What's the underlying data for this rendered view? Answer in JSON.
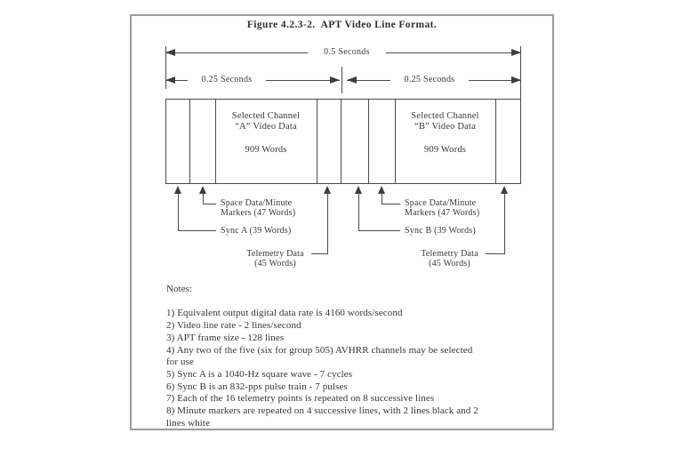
{
  "figure": {
    "title": "Figure 4.2.3-2.  APT Video Line Format.",
    "line_color": "#4a4a4a",
    "frame_color": "#9c9c9c",
    "dimensions": {
      "total": "0.5 Seconds",
      "half_a": "0.25 Seconds",
      "half_b": "0.25 Seconds"
    },
    "channel_a": {
      "name_lines": "Selected Channel\n“A” Video Data",
      "words": "909 Words"
    },
    "channel_b": {
      "name_lines": "Selected Channel\n“B” Video Data",
      "words": "909 Words"
    },
    "labels": {
      "space_a_line1": "Space Data/Minute",
      "space_a_line2": "Markers (47 Words)",
      "sync_a": "Sync A (39 Words)",
      "telemetry_a_line1": "Telemetry Data",
      "telemetry_a_line2": "(45 Words)",
      "space_b_line1": "Space Data/Minute",
      "space_b_line2": "Markers (47 Words)",
      "sync_b": "Sync B (39 Words)",
      "telemetry_b_line1": "Telemetry Data",
      "telemetry_b_line2": "(45 Words)"
    },
    "notes": {
      "heading": "Notes:",
      "items": [
        "1) Equivalent output digital data rate is 4160 words/second",
        "2) Video line rate - 2 lines/second",
        "3) APT frame size - 128 lines",
        "4) Any two of the five (six for group 505) AVHRR channels may be selected for use",
        "5) Sync A is a 1040-Hz square wave - 7 cycles",
        "6) Sync B is an 832-pps pulse train - 7 pulses",
        "7) Each of the 16 telemetry points is repeated on 8 successive lines",
        "8) Minute markers are repeated on 4 successive lines, with 2 lines black and 2 lines white"
      ]
    }
  }
}
